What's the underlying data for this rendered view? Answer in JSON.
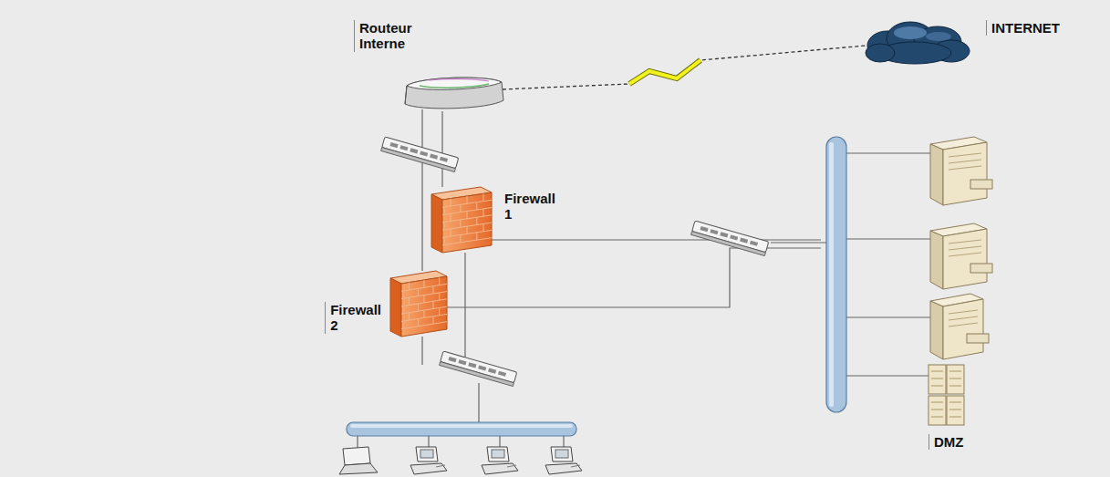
{
  "diagram": {
    "nodes": [
      {
        "text": [
          "Routeur Interne"
        ]
      },
      {
        "text": [
          "INTERNET"
        ]
      },
      {
        "text": [
          "Firewall 1"
        ]
      },
      {
        "text": [
          "Firewall 2"
        ]
      },
      {
        "text": [
          "DMZ"
        ]
      }
    ],
    "edges": [
      {
        "from": 0,
        "to": 1,
        "arrow": "none"
      },
      {
        "from": 0,
        "to": 2,
        "arrow": "none"
      },
      {
        "from": 0,
        "to": 3,
        "arrow": "none"
      },
      {
        "from": 2,
        "to": 4,
        "arrow": "none"
      },
      {
        "from": 3,
        "to": 4,
        "arrow": "none"
      }
    ]
  }
}
